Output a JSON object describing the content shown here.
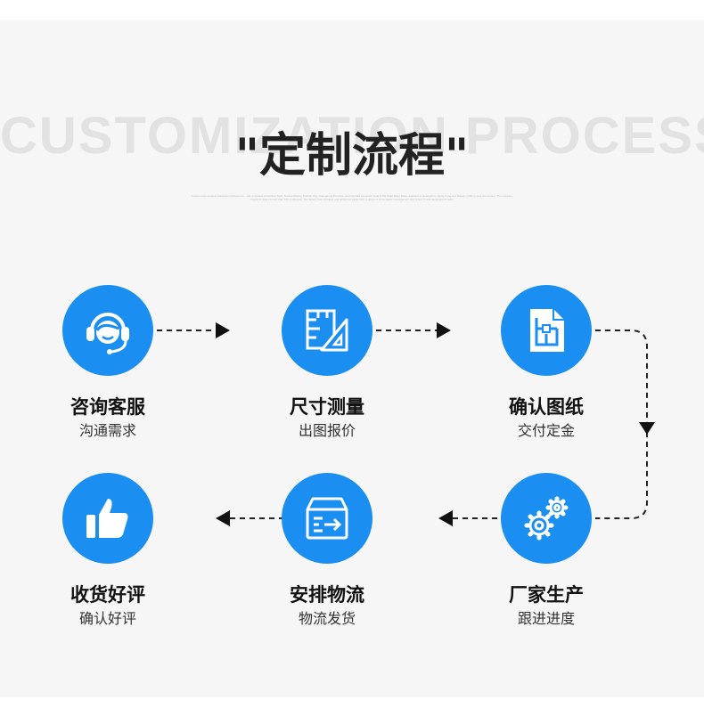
{
  "header": {
    "background_title": "CUSTOMIZATION PROCESS",
    "main_title": "\"定制流程\"",
    "fine_print": "Foshan technological Hardware Products Co., Ltd. is located in Danzao Town, Nanhai District, Foshan City, Guangdong Province, an important economic zone in the Pearl River Delta, adjacent to Guangzhou, Hong Kong and Macau, traffic is very convenient. The company covers an area of more than 100 employees. Our factory has complete and advanced equipment, a group of enthusiastic management and research and development team."
  },
  "steps": [
    {
      "title": "咨询客服",
      "subtitle": "沟通需求",
      "icon": "customer-service-headset-icon"
    },
    {
      "title": "尺寸测量",
      "subtitle": "出图报价",
      "icon": "ruler-measurement-icon"
    },
    {
      "title": "确认图纸",
      "subtitle": "交付定金",
      "icon": "floor-plan-drawing-icon"
    },
    {
      "title": "厂家生产",
      "subtitle": "跟进进度",
      "icon": "gears-icon"
    },
    {
      "title": "安排物流",
      "subtitle": "物流发货",
      "icon": "delivery-box-icon"
    },
    {
      "title": "收货好评",
      "subtitle": "确认好评",
      "icon": "thumbs-up-icon"
    }
  ],
  "colors": {
    "accent": "#1b8ef2",
    "panel_background": "#f6f6f6",
    "title_text": "#222222",
    "background_title_text": "#e2e2e2"
  }
}
